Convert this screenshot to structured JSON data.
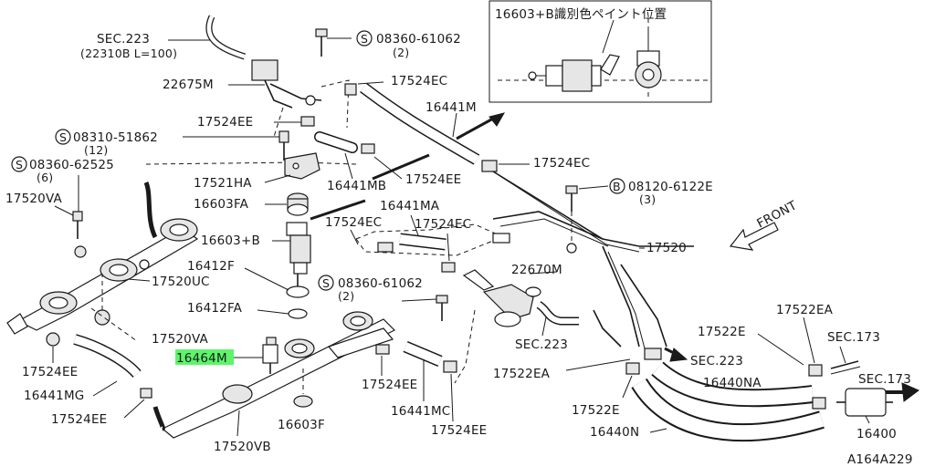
{
  "diagram": {
    "ref_code": "A164A229",
    "highlight_color": "#5cf56a",
    "inset": {
      "title": "16603+B識別色ペイント位置"
    },
    "labels": {
      "sec223_top": "SEC.223",
      "sec223_top_sub": "(22310B L=100)",
      "part_22675M": "22675M",
      "part_17524EE_a": "17524EE",
      "bolt_08310": "08310-51862",
      "bolt_08310_qty": "(12)",
      "bolt_08360_a": "08360-62525",
      "bolt_08360_a_qty": "(6)",
      "part_17520VA_top": "17520VA",
      "part_17521HA": "17521HA",
      "part_16603FA": "16603FA",
      "part_16603B": "16603+B",
      "part_16412F": "16412F",
      "part_17520UC": "17520UC",
      "part_16412FA": "16412FA",
      "part_17520VA_bot": "17520VA",
      "part_16464M": "16464M",
      "part_17524EE_b": "17524EE",
      "part_16441MG": "16441MG",
      "part_17524EE_c": "17524EE",
      "part_17520VB": "17520VB",
      "part_16603F": "16603F",
      "bolt_08360_top": "08360-61062",
      "bolt_08360_top_qty": "(2)",
      "part_17524EC_a": "17524EC",
      "part_16441M": "16441M",
      "part_17524EC_b": "17524EC",
      "part_17524EE_d": "17524EE",
      "part_16441MB": "16441MB",
      "part_16441MA": "16441MA",
      "part_17524EC_c": "17524EC",
      "part_17524EC_d": "17524EC",
      "bolt_08120": "08120-6122E",
      "bolt_08120_qty": "(3)",
      "front": "FRONT",
      "part_17520": "17520",
      "part_22670M": "22670M",
      "bolt_08360_mid": "08360-61062",
      "bolt_08360_mid_qty": "(2)",
      "sec223_mid": "SEC.223",
      "part_17524EE_e": "17524EE",
      "part_16441MC": "16441MC",
      "part_17524EE_f": "17524EE",
      "part_17522EA_a": "17522EA",
      "part_17522E_a": "17522E",
      "sec223_right": "SEC.223",
      "part_16440NA": "16440NA",
      "part_17522E_b": "17522E",
      "part_16440N": "16440N",
      "part_17522EA_b": "17522EA",
      "sec173_a": "SEC.173",
      "sec173_b": "SEC.173",
      "part_16400": "16400"
    },
    "symbols": {
      "screw_symbol": "S",
      "bolt_symbol": "B"
    }
  }
}
